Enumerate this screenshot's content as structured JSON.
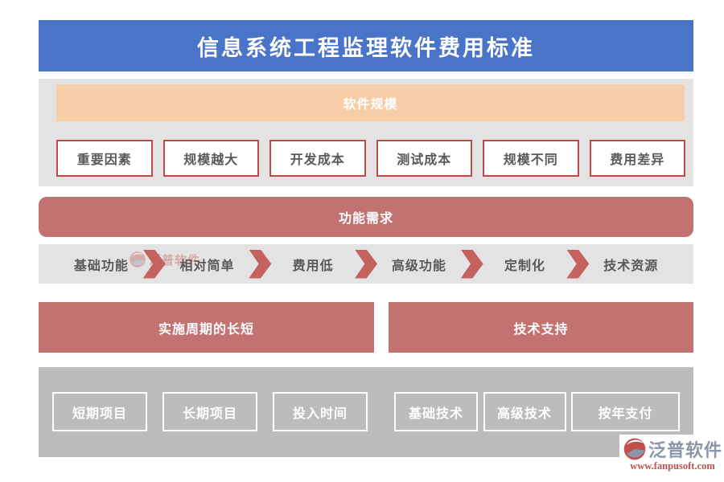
{
  "page": {
    "title": "信息系统工程监理软件费用标准"
  },
  "colors": {
    "banner_blue": "#4a74c8",
    "section_gray": "#e3e3e3",
    "orange": "#f6cda6",
    "rose": "#c27270",
    "chevron_red": "#c4625f",
    "box_border_red": "#bf4b48",
    "box_text": "#595959",
    "bottom_gray": "#bcbcbc",
    "logo_red": "#c0504d",
    "logo_slate": "#8b96a8"
  },
  "scale_section": {
    "header": "软件规模",
    "items": [
      "重要因素",
      "规模越大",
      "开发成本",
      "测试成本",
      "规模不同",
      "费用差异"
    ]
  },
  "function_section": {
    "header": "功能需求",
    "flow": [
      "基础功能",
      "相对简单",
      "费用低",
      "高级功能",
      "定制化",
      "技术资源"
    ]
  },
  "period_section": {
    "header": "实施周期的长短",
    "items": [
      "短期项目",
      "长期项目",
      "投入时间"
    ]
  },
  "support_section": {
    "header": "技术支持",
    "items": [
      "基础技术",
      "高级技术",
      "按年支付"
    ]
  },
  "footer": {
    "brand": "泛普软件",
    "website": "www.fanpusoft.com"
  }
}
